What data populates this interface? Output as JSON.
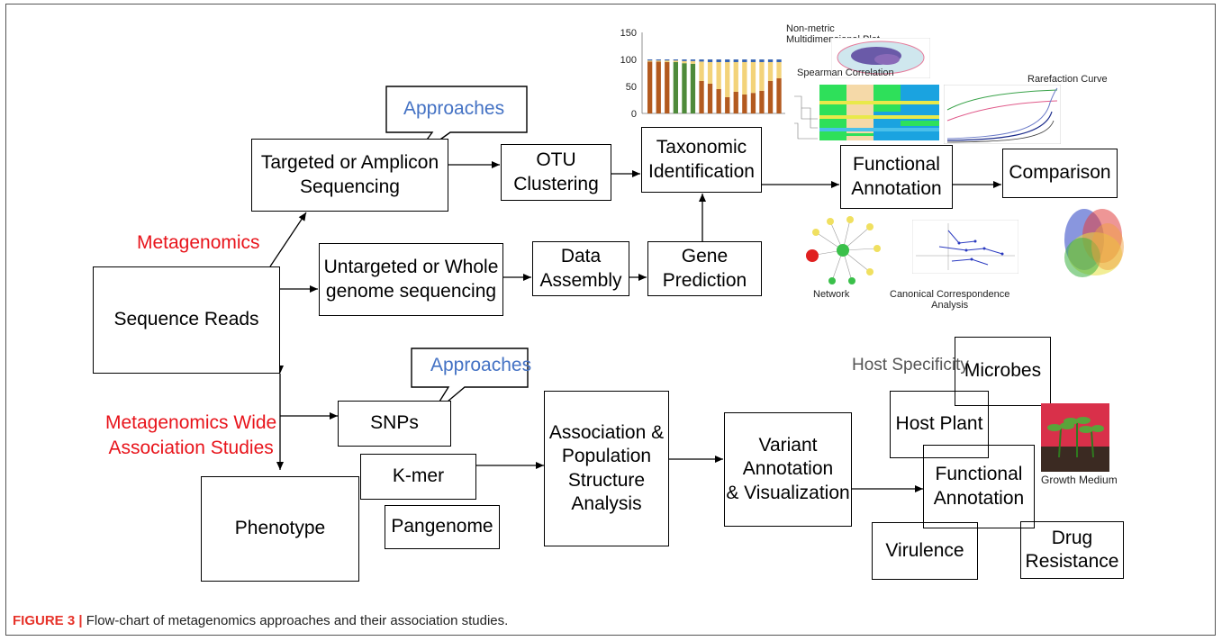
{
  "figure": {
    "caption_label": "FIGURE 3 |",
    "caption_text": " Flow-chart of metagenomics approaches and their association studies."
  },
  "labels": {
    "metagenomics": "Metagenomics",
    "mwas": "Metagenomics Wide\nAssociation Studies",
    "approaches_top": "Approaches",
    "approaches_bottom": "Approaches",
    "host_specificity": "Host Specificity"
  },
  "boxes": {
    "sequence_reads": "Sequence Reads",
    "phenotype": "Phenotype",
    "targeted": "Targeted or Amplicon\nSequencing",
    "untargeted": "Untargeted or Whole\ngenome sequencing",
    "otu": "OTU\nClustering",
    "data_assembly": "Data\nAssembly",
    "gene_prediction": "Gene\nPrediction",
    "taxonomic": "Taxonomic\nIdentification",
    "functional_top": "Functional\nAnnotation",
    "comparison": "Comparison",
    "snps": "SNPs",
    "kmer": "K-mer",
    "pangenome": "Pangenome",
    "association": "Association &\nPopulation\nStructure\nAnalysis",
    "variant": "Variant\nAnnotation\n& Visualization",
    "microbes": "Microbes",
    "host_plant": "Host Plant",
    "functional_bottom": "Functional\nAnnotation",
    "virulence": "Virulence",
    "drug_resistance": "Drug\nResistance"
  },
  "thumbnails": {
    "nmds": "Non-metric\nMultidimensional Plot",
    "spearman": "Spearman Correlation",
    "rarefaction": "Rarefaction Curve",
    "network": "Network",
    "cca": "Canonical Correspondence\nAnalysis",
    "growth_medium": "Growth Medium"
  },
  "chart_data": {
    "type": "bar",
    "yticks": [
      "150",
      "100",
      "50",
      "0"
    ],
    "ylim": [
      0,
      150
    ],
    "stack_colors": [
      "#4e8a3a",
      "#b35a1f",
      "#f3d37a",
      "#3a66b3"
    ],
    "bars": [
      [
        0,
        96,
        2,
        2
      ],
      [
        0,
        96,
        2,
        2
      ],
      [
        0,
        95,
        3,
        2
      ],
      [
        95,
        0,
        3,
        2
      ],
      [
        93,
        0,
        4,
        3
      ],
      [
        92,
        0,
        5,
        3
      ],
      [
        0,
        60,
        36,
        4
      ],
      [
        0,
        55,
        40,
        5
      ],
      [
        0,
        45,
        50,
        5
      ],
      [
        0,
        30,
        65,
        5
      ],
      [
        0,
        40,
        55,
        5
      ],
      [
        0,
        35,
        60,
        5
      ],
      [
        0,
        38,
        57,
        5
      ],
      [
        0,
        42,
        53,
        5
      ],
      [
        0,
        60,
        35,
        5
      ],
      [
        0,
        65,
        30,
        5
      ]
    ]
  },
  "colors": {
    "red_label": "#e8141b",
    "blue_label": "#4472c4",
    "caption_label": "#e6332a"
  }
}
